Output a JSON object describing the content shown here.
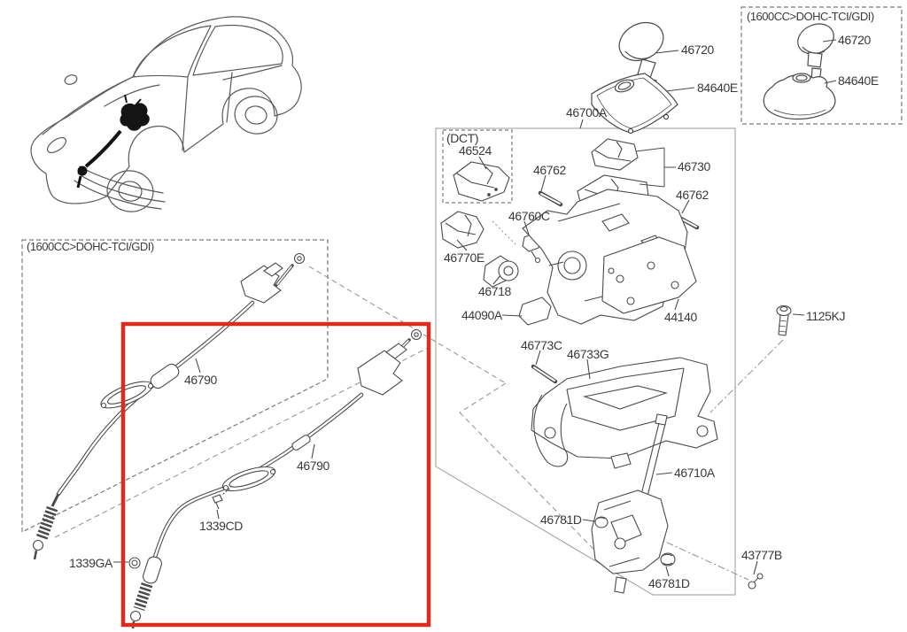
{
  "diagram": {
    "type": "exploded-parts-diagram",
    "subject": "shift lever / shift cable assembly with vehicle location view"
  },
  "colors": {
    "highlight_red": "#dd2b20",
    "line": "#4a4a4a",
    "label_text": "#3a3a3a",
    "guide": "#8f8f8f"
  },
  "variant_boxes": {
    "left": {
      "label": "(1600CC>DOHC-TCI/GDI)"
    },
    "top_right": {
      "label": "(1600CC>DOHC-TCI/GDI)"
    },
    "dct": {
      "label": "(DCT)"
    }
  },
  "parts": {
    "knob_main": "46720",
    "boot_main": "84640E",
    "assembly": "46700A",
    "knob_alt": "46720",
    "boot_alt": "84640E",
    "bracket_dct": "46524",
    "pin_a": "46762",
    "lever_upper": "46730",
    "pin_b": "46762",
    "switch": "46760C",
    "bracket_left": "46770E",
    "solenoid": "46718",
    "housing": "44090A",
    "side_plate": "44140",
    "pin_c": "46773C",
    "base_bracket": "46733G",
    "bolt": "1125KJ",
    "lever_shaft": "46710A",
    "bushing_a": "46781D",
    "bushing_b": "46781D",
    "clip": "43777B",
    "cable_left": "46790",
    "cable_highlight": "46790",
    "screw": "1339CD",
    "nut": "1339GA"
  }
}
